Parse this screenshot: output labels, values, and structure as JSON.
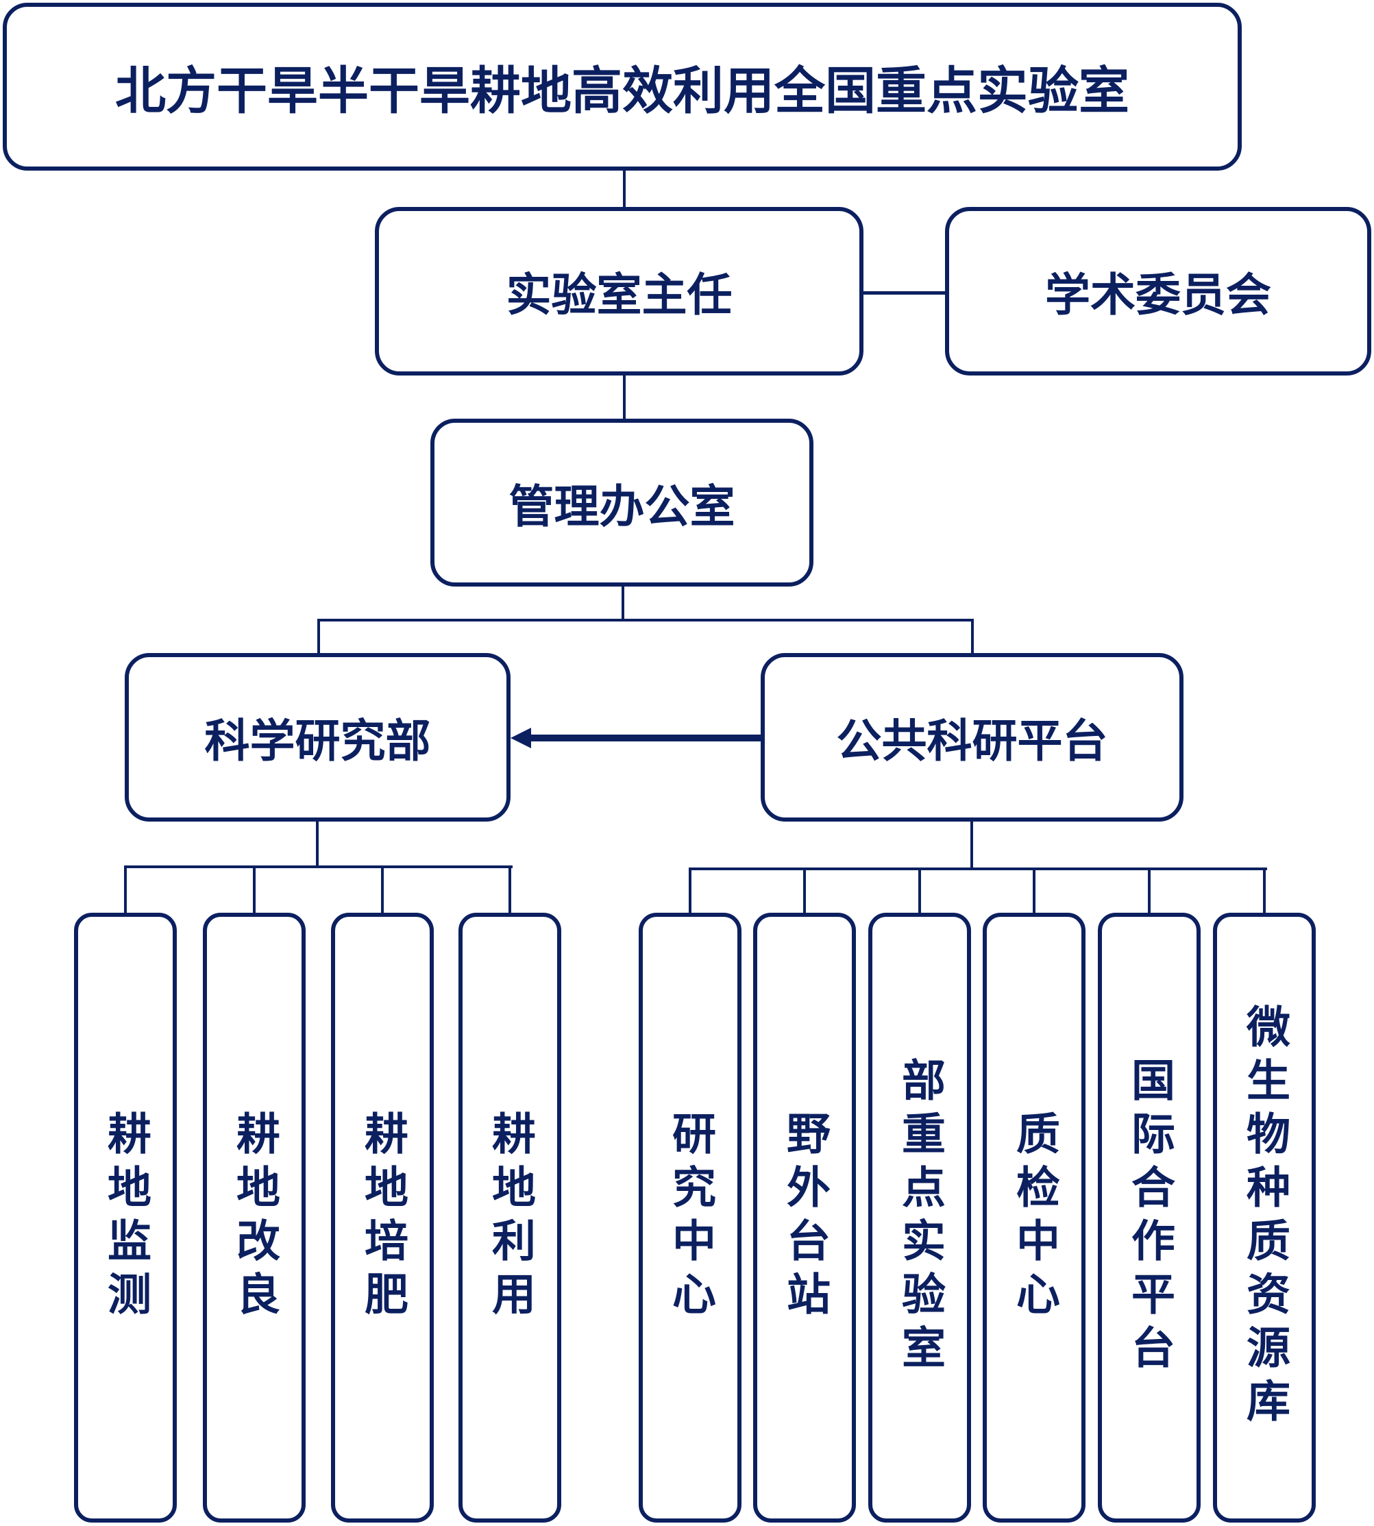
{
  "title": "北方干旱半干旱耕地高效利用全国重点实验室",
  "nodes": {
    "director": "实验室主任",
    "committee": "学术委员会",
    "office": "管理办公室",
    "science_dept": "科学研究部",
    "platform": "公共科研平台"
  },
  "science_dept_units": [
    "耕地监测",
    "耕地改良",
    "耕地培肥",
    "耕地利用"
  ],
  "platform_units": [
    "研究中心",
    "野外台站",
    "部重点实验室",
    "质检中心",
    "国际合作平台",
    "微生物种质资源库"
  ],
  "colors": {
    "primary": "#0c2060",
    "background": "#ffffff"
  },
  "edges": [
    {
      "from": "title",
      "to": "director"
    },
    {
      "from": "director",
      "to": "committee"
    },
    {
      "from": "director",
      "to": "office"
    },
    {
      "from": "office",
      "to": "science_dept"
    },
    {
      "from": "office",
      "to": "platform"
    },
    {
      "from": "platform",
      "to": "science_dept",
      "arrow": true
    }
  ]
}
